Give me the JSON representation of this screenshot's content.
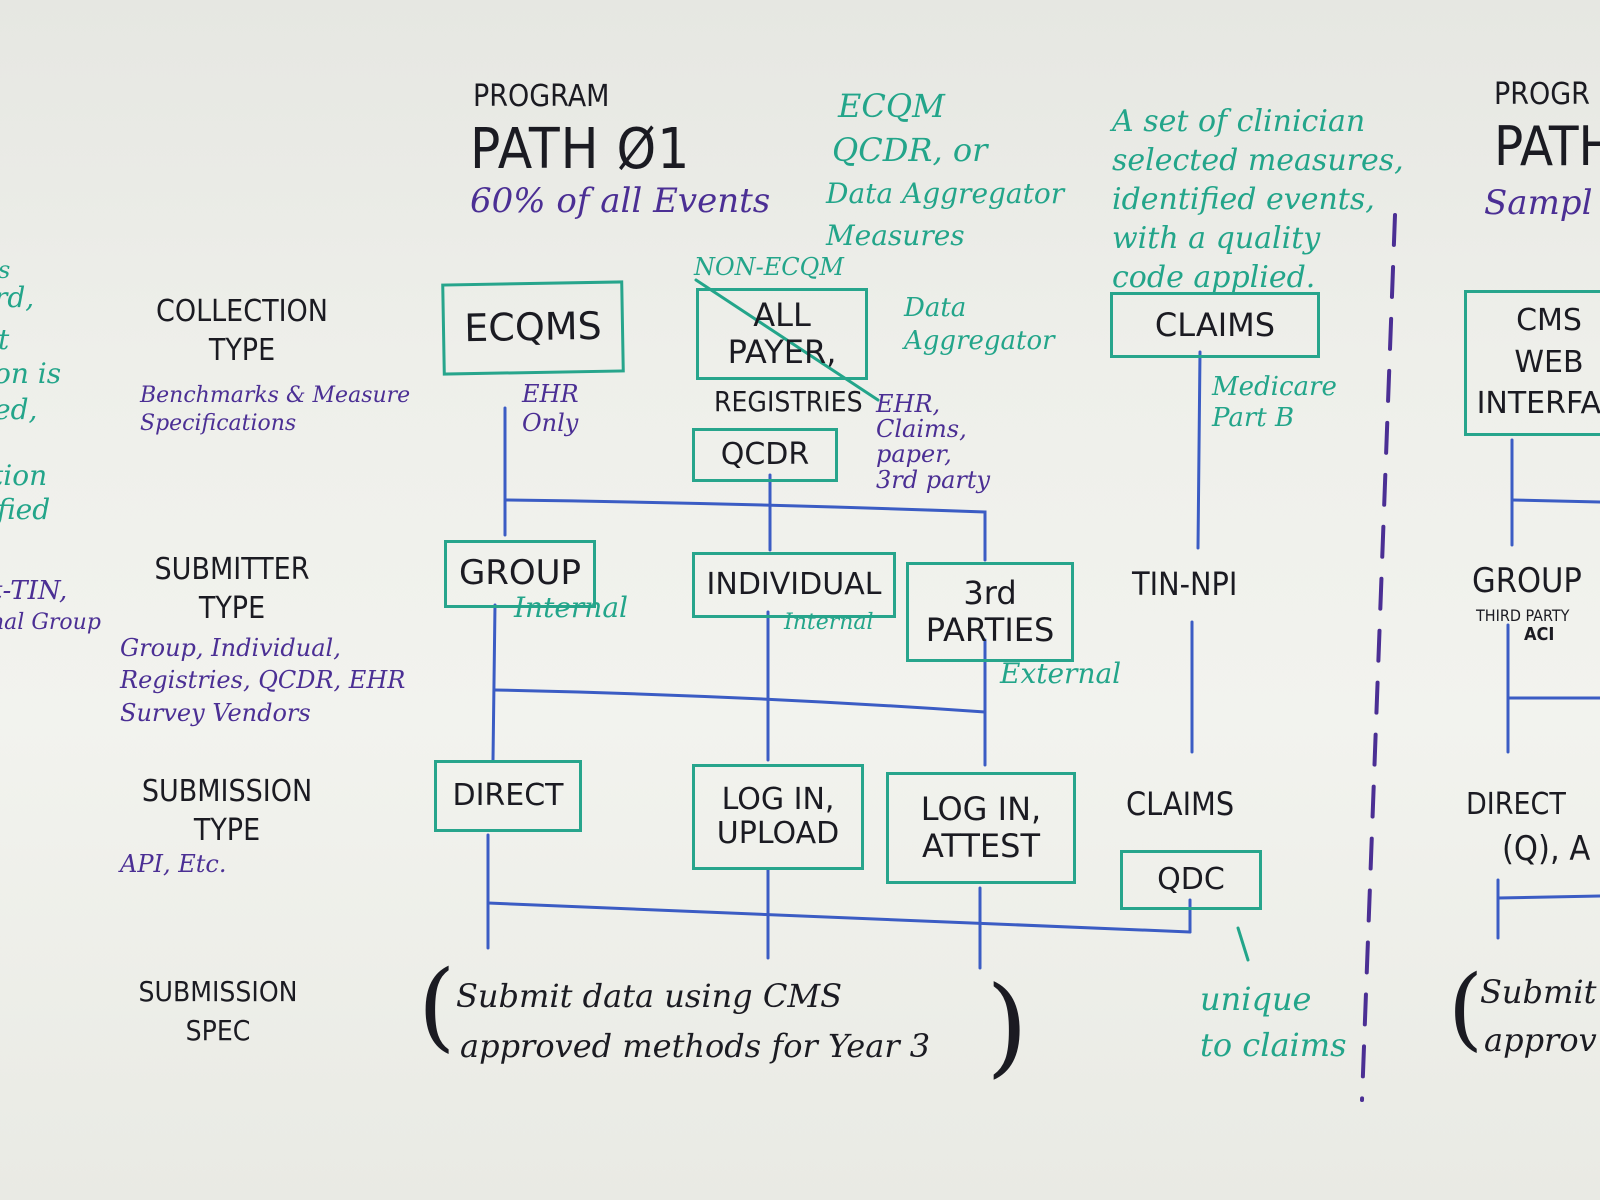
{
  "colors": {
    "black_marker": "#1b1b22",
    "purple_marker": "#4b2f94",
    "green_marker": "#27a58c",
    "blue_marker": "#3b5cc4",
    "board": "#eeefea"
  },
  "left_edge": {
    "fragments_green": [
      "s",
      "rd,",
      "t",
      "on is",
      "ed,",
      "tion",
      "ified"
    ],
    "fragments_purple": [
      "t-TIN,",
      "nal Group"
    ]
  },
  "rows": {
    "collection": {
      "label": "COLLECTION TYPE",
      "note": "Benchmarks & Measure Specifications"
    },
    "submitter": {
      "label": "SUBMITTER TYPE",
      "note": "Group, Individual, Registries, QCDR, EHR Survey Vendors"
    },
    "submission": {
      "label": "SUBMISSION TYPE",
      "note": "API, Etc."
    },
    "spec": {
      "label": "SUBMISSION SPEC"
    }
  },
  "path01": {
    "program": "PROGRAM",
    "title": "PATH Ø1",
    "subtitle": "60% of all Events",
    "measures_note": [
      "ECQM",
      "QCDR, or",
      "Data Aggregator",
      "Measures"
    ],
    "collection": {
      "ecqms": "ECQMS",
      "ehr_only": [
        "EHR",
        "Only"
      ],
      "non_ecqm": "NON-ECQM",
      "all_payer": [
        "ALL",
        "PAYER,"
      ],
      "registries": "REGISTRIES",
      "qcdr": "QCDR",
      "data_aggregator": [
        "Data",
        "Aggregator"
      ],
      "sources": [
        "EHR,",
        "Claims,",
        "paper,",
        "3rd party"
      ]
    },
    "submitter": {
      "group": "GROUP",
      "group_internal": "Internal",
      "individual": "INDIVIDUAL",
      "individual_internal": "Internal",
      "third": [
        "3rd",
        "PARTIES"
      ],
      "third_external": "External"
    },
    "submission": {
      "direct": "DIRECT",
      "login_upload": [
        "LOG IN,",
        "UPLOAD"
      ],
      "login_attest": [
        "LOG IN,",
        "ATTEST"
      ]
    },
    "spec": [
      "Submit data using CMS",
      "approved methods for Year 3"
    ]
  },
  "claims_path": {
    "definition": [
      "A set of clinician",
      "selected measures,",
      "identified events,",
      "with a quality",
      "code applied."
    ],
    "collection": "CLAIMS",
    "medicare": [
      "Medicare",
      "Part B"
    ],
    "submitter": "TIN-NPI",
    "submission": "CLAIMS",
    "qdc": "QDC",
    "unique": [
      "unique",
      "to claims"
    ]
  },
  "right_path": {
    "program": "PROGR",
    "title": "PATH",
    "subtitle": "Sampl",
    "collection": [
      "CMS",
      "WEB",
      "INTERFAC"
    ],
    "submitter": "GROUP",
    "third_party": "THIRD PARTY",
    "aci": "ACI",
    "submission": "DIRECT",
    "submission_note": "(Q), A",
    "spec": [
      "Submit",
      "approv"
    ]
  }
}
